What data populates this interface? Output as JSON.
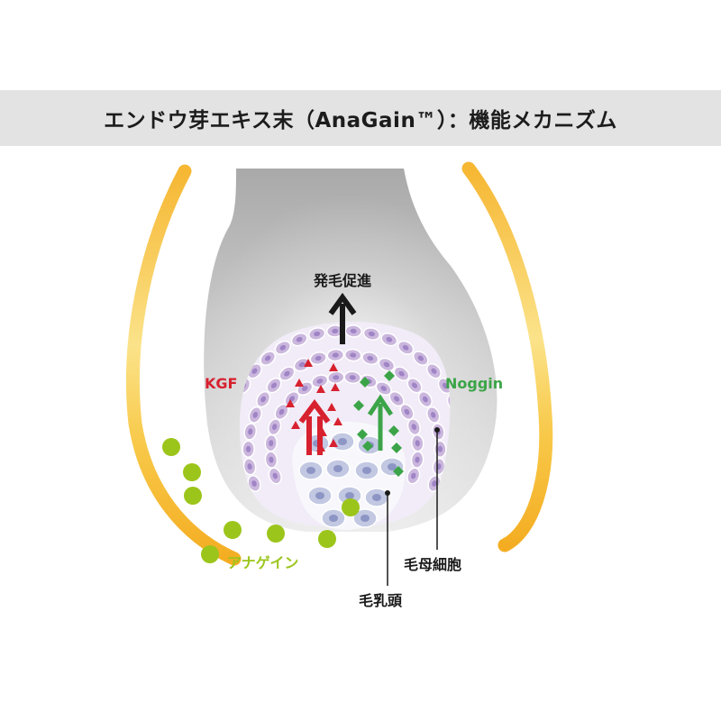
{
  "title": "エンドウ芽エキス末（AnaGain™）：機能メカニズム",
  "labels": {
    "hair_growth": "発毛促進",
    "kgf": "KGF",
    "noggin": "Noggin",
    "anagain": "アナゲイン",
    "matrix_cells": "毛母細胞",
    "dermal_papilla": "毛乳頭"
  },
  "colors": {
    "kgf": "#d7212f",
    "noggin": "#3ca448",
    "anagain": "#9cc51b",
    "sheath": "#f5b52e",
    "matrix_cell": "#cbb7dd",
    "papilla_cell": "#c2c8e2"
  }
}
